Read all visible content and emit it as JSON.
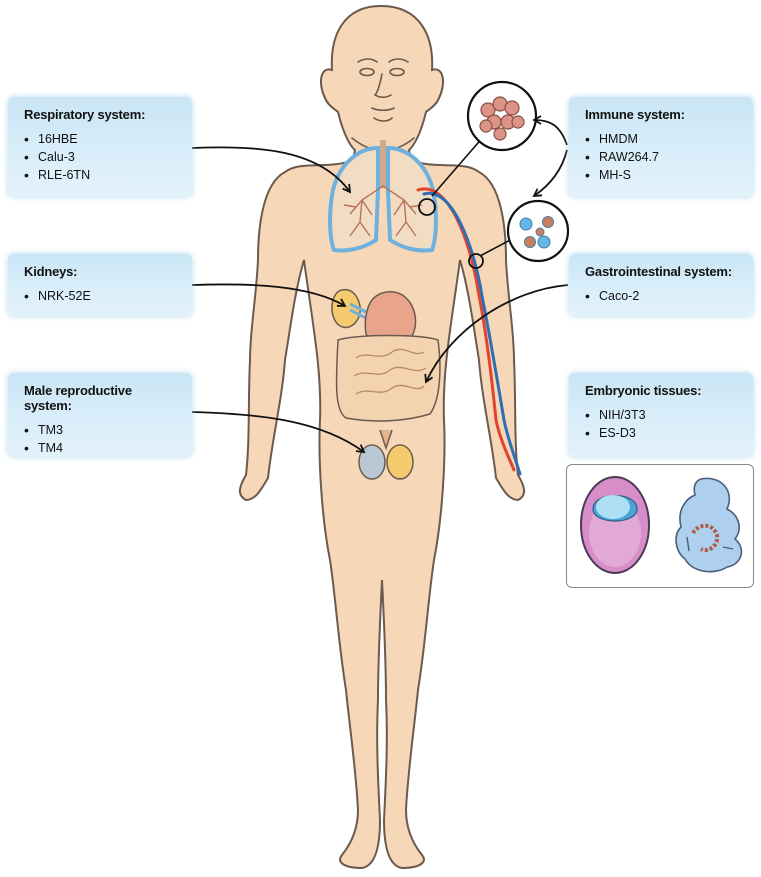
{
  "panels": {
    "respiratory": {
      "title": "Respiratory system:",
      "items": [
        "16HBE",
        "Calu-3",
        "RLE-6TN"
      ]
    },
    "kidneys": {
      "title": "Kidneys:",
      "items": [
        "NRK-52E"
      ]
    },
    "male_reproductive": {
      "title": "Male reproductive system:",
      "items": [
        "TM3",
        "TM4"
      ]
    },
    "immune": {
      "title": "Immune system:",
      "items": [
        "HMDM",
        "RAW264.7",
        "MH-S"
      ]
    },
    "gastrointestinal": {
      "title": "Gastrointestinal system:",
      "items": [
        "Caco-2"
      ]
    },
    "embryonic": {
      "title": "Embryonic tissues:",
      "items": [
        "NIH/3T3",
        "ES-D3"
      ]
    }
  },
  "colors": {
    "skin": "#f6d7b8",
    "skin_outline": "#6b5a4e",
    "panel_blue": "#cfe8f6",
    "artery_red": "#e0442c",
    "vein_blue": "#2f6db5",
    "lung_tissue": "#f3dcc4",
    "lung_border": "#6fb0dc",
    "intestine": "#f4d4b0",
    "stomach": "#e8a58c",
    "embryo_pink": "#d78ec8",
    "embryo_blue": "#aecfee"
  },
  "icons": [
    "alveoli-icon",
    "immune-cells-icon",
    "blastocyst-icon",
    "embryo-icon"
  ]
}
